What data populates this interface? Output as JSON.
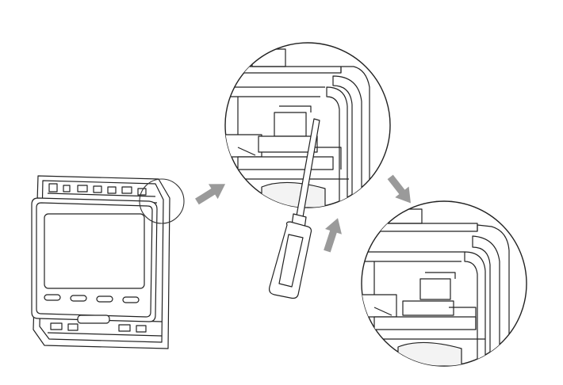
{
  "diagram": {
    "steps": [
      {
        "id": "thermostat"
      },
      {
        "id": "detail-with-screwdriver"
      },
      {
        "id": "detail-released"
      }
    ],
    "colors": {
      "line": "#222222",
      "arrow": "#9a9a9a",
      "fill": "#ffffff",
      "light_fill": "#f3f3f3"
    }
  }
}
